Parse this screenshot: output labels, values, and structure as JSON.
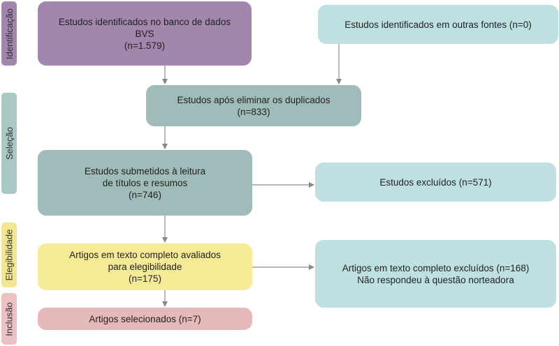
{
  "phases": {
    "identificacao": {
      "label": "Identificação",
      "color": "#a186ad"
    },
    "selecao": {
      "label": "Seleção",
      "color": "#a9c7c4"
    },
    "elegibilidade": {
      "label": "Elegibilidade",
      "color": "#f2e790"
    },
    "inclusao": {
      "label": "Inclusão",
      "color": "#ebc1c1"
    }
  },
  "boxes": {
    "bvs": {
      "lines": [
        "Estudos identificados no banco de dados",
        "BVS",
        "(n=1.579)"
      ],
      "color": "#a186ad"
    },
    "outras_fontes": {
      "lines": [
        "Estudos identificados em outras fontes (n=0)"
      ],
      "color": "#bfe0e0"
    },
    "duplicados": {
      "lines": [
        "Estudos após eliminar os duplicados",
        "(n=833)"
      ],
      "color": "#9fbcba"
    },
    "leitura": {
      "lines": [
        "Estudos submetidos à leitura",
        "de títulos e resumos",
        "(n=746)"
      ],
      "color": "#9fbcba"
    },
    "excluidos": {
      "lines": [
        "Estudos excluídos (n=571)"
      ],
      "color": "#bfe0e0"
    },
    "elegibilidade": {
      "lines": [
        "Artigos em texto completo avaliados",
        "para elegibilidade",
        "(n=175)"
      ],
      "color": "#f5ea95"
    },
    "excluidos_texto": {
      "lines": [
        "Artigos em texto completo excluídos (n=168)",
        "Não respondeu à questão norteadora"
      ],
      "color": "#bfe0e0"
    },
    "selecionados": {
      "lines": [
        "Artigos selecionados (n=7)"
      ],
      "color": "#e5b9b9"
    }
  }
}
